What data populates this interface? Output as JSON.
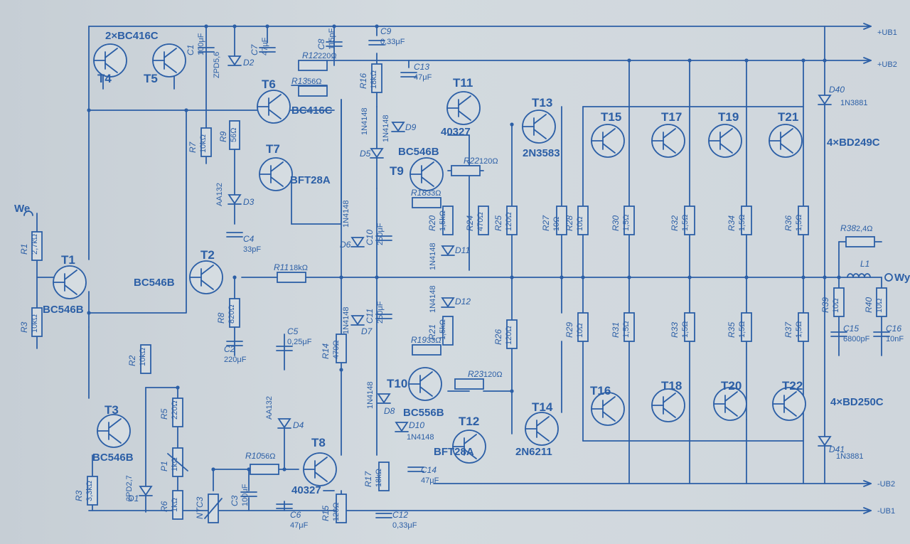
{
  "rails": {
    "ub1_pos": "+UB1",
    "ub2_pos": "+UB2",
    "ub2_neg": "-UB2",
    "ub1_neg": "-UB1"
  },
  "ports": {
    "input": "We",
    "output": "Wy"
  },
  "groups": {
    "diff_pair": "2×BC416C",
    "top_outputs": "4×BD249C",
    "bottom_outputs": "4×BD250C"
  },
  "transistors": [
    {
      "id": "t1",
      "name": "T1",
      "type": "BC546B"
    },
    {
      "id": "t2",
      "name": "T2",
      "type": "BC546B"
    },
    {
      "id": "t3",
      "name": "T3",
      "type": "BC546B"
    },
    {
      "id": "t4",
      "name": "T4",
      "type": ""
    },
    {
      "id": "t5",
      "name": "T5",
      "type": ""
    },
    {
      "id": "t6",
      "name": "T6",
      "type": "BC416C"
    },
    {
      "id": "t7",
      "name": "T7",
      "type": "BFT28A"
    },
    {
      "id": "t8",
      "name": "T8",
      "type": "40327"
    },
    {
      "id": "t9",
      "name": "T9",
      "type": "BC546B"
    },
    {
      "id": "t10",
      "name": "T10",
      "type": "BC556B"
    },
    {
      "id": "t11",
      "name": "T11",
      "type": "40327"
    },
    {
      "id": "t12",
      "name": "T12",
      "type": "BFT28A"
    },
    {
      "id": "t13",
      "name": "T13",
      "type": "2N3583"
    },
    {
      "id": "t14",
      "name": "T14",
      "type": "2N6211"
    },
    {
      "id": "t15",
      "name": "T15",
      "type": ""
    },
    {
      "id": "t16",
      "name": "T16",
      "type": ""
    },
    {
      "id": "t17",
      "name": "T17",
      "type": ""
    },
    {
      "id": "t18",
      "name": "T18",
      "type": ""
    },
    {
      "id": "t19",
      "name": "T19",
      "type": ""
    },
    {
      "id": "t20",
      "name": "T20",
      "type": ""
    },
    {
      "id": "t21",
      "name": "T21",
      "type": ""
    },
    {
      "id": "t22",
      "name": "T22",
      "type": ""
    }
  ],
  "resistors": [
    {
      "id": "r1",
      "name": "R1",
      "value": "2,7kΩ"
    },
    {
      "id": "r2",
      "name": "R2",
      "value": "10kΩ"
    },
    {
      "id": "r3",
      "name": "R3",
      "value": "10kΩ"
    },
    {
      "id": "r3b",
      "name": "R3",
      "value": "3,3kΩ"
    },
    {
      "id": "r5",
      "name": "R5",
      "value": "220Ω"
    },
    {
      "id": "r6",
      "name": "R6",
      "value": "1kΩ"
    },
    {
      "id": "p1",
      "name": "P1",
      "value": "1kΩ"
    },
    {
      "id": "r7",
      "name": "R7",
      "value": "10kΩ"
    },
    {
      "id": "r8",
      "name": "R8",
      "value": "820Ω"
    },
    {
      "id": "r9",
      "name": "R9",
      "value": "56Ω"
    },
    {
      "id": "r10",
      "name": "R10",
      "value": "56Ω"
    },
    {
      "id": "r11",
      "name": "R11",
      "value": "18kΩ"
    },
    {
      "id": "r12",
      "name": "R12",
      "value": "220Ω"
    },
    {
      "id": "r13",
      "name": "R13",
      "value": "56Ω"
    },
    {
      "id": "r14",
      "name": "R14",
      "value": "470Ω"
    },
    {
      "id": "r15",
      "name": "R15",
      "value": "120Ω"
    },
    {
      "id": "r16",
      "name": "R16",
      "value": "18kΩ"
    },
    {
      "id": "r17",
      "name": "R17",
      "value": "18kΩ"
    },
    {
      "id": "r18",
      "name": "R18",
      "value": "33Ω"
    },
    {
      "id": "r19",
      "name": "R19",
      "value": "33Ω"
    },
    {
      "id": "r20",
      "name": "R20",
      "value": "1,5kΩ"
    },
    {
      "id": "r21",
      "name": "R21",
      "value": "1,5kΩ"
    },
    {
      "id": "r22",
      "name": "R22",
      "value": "120Ω"
    },
    {
      "id": "r23",
      "name": "R23",
      "value": "120Ω"
    },
    {
      "id": "r24",
      "name": "R24",
      "value": "470Ω"
    },
    {
      "id": "r25",
      "name": "R25",
      "value": "120Ω"
    },
    {
      "id": "r26",
      "name": "R26",
      "value": "120Ω"
    },
    {
      "id": "r27",
      "name": "R27",
      "value": "10Ω"
    },
    {
      "id": "r28",
      "name": "R28",
      "value": "10Ω"
    },
    {
      "id": "r29",
      "name": "R29",
      "value": "10Ω"
    },
    {
      "id": "r30",
      "name": "R30",
      "value": "1,5Ω"
    },
    {
      "id": "r31",
      "name": "R31",
      "value": "1,5Ω"
    },
    {
      "id": "r32",
      "name": "R32",
      "value": "1,5Ω"
    },
    {
      "id": "r33",
      "name": "R33",
      "value": "1,5Ω"
    },
    {
      "id": "r34",
      "name": "R34",
      "value": "1,5Ω"
    },
    {
      "id": "r35",
      "name": "R35",
      "value": "1,5Ω"
    },
    {
      "id": "r36",
      "name": "R36",
      "value": "1,5Ω"
    },
    {
      "id": "r37",
      "name": "R37",
      "value": "1,5Ω"
    },
    {
      "id": "r38",
      "name": "R38",
      "value": "2,4Ω"
    },
    {
      "id": "r39",
      "name": "R39",
      "value": "10Ω"
    },
    {
      "id": "r40",
      "name": "R40",
      "value": "10Ω"
    },
    {
      "id": "ntc3",
      "name": "NTC3",
      "value": ""
    }
  ],
  "capacitors": [
    {
      "id": "c1",
      "name": "C1",
      "value": "100μF"
    },
    {
      "id": "c2",
      "name": "C2",
      "value": "220μF"
    },
    {
      "id": "c3",
      "name": "C3",
      "value": "100μF"
    },
    {
      "id": "c4",
      "name": "C4",
      "value": "33pF"
    },
    {
      "id": "c5",
      "name": "C5",
      "value": "0,25μF"
    },
    {
      "id": "c6",
      "name": "C6",
      "value": "47μF"
    },
    {
      "id": "c7",
      "name": "C7",
      "value": "47μF"
    },
    {
      "id": "c8",
      "name": "C8",
      "value": "115pF"
    },
    {
      "id": "c9",
      "name": "C9",
      "value": "0,33μF"
    },
    {
      "id": "c10",
      "name": "C10",
      "value": "250μF"
    },
    {
      "id": "c11",
      "name": "C11",
      "value": "250μF"
    },
    {
      "id": "c12",
      "name": "C12",
      "value": "0,33μF"
    },
    {
      "id": "c13",
      "name": "C13",
      "value": "47μF"
    },
    {
      "id": "c14",
      "name": "C14",
      "value": "47μF"
    },
    {
      "id": "c15",
      "name": "C15",
      "value": "6800pF"
    },
    {
      "id": "c16",
      "name": "C16",
      "value": "10nF"
    }
  ],
  "diodes": [
    {
      "id": "d1",
      "name": "D1",
      "value": "2PD2,7"
    },
    {
      "id": "d2",
      "name": "D2",
      "value": "ZPD5,6"
    },
    {
      "id": "d3",
      "name": "D3",
      "value": "AA132"
    },
    {
      "id": "d4",
      "name": "D4",
      "value": "AA132"
    },
    {
      "id": "d5",
      "name": "D5",
      "value": "1N4148"
    },
    {
      "id": "d6",
      "name": "D6",
      "value": "1N4148"
    },
    {
      "id": "d7",
      "name": "D7",
      "value": "1N4148"
    },
    {
      "id": "d8",
      "name": "D8",
      "value": "1N4148"
    },
    {
      "id": "d9",
      "name": "D9",
      "value": "1N4148"
    },
    {
      "id": "d10",
      "name": "D10",
      "value": "1N4148"
    },
    {
      "id": "d11",
      "name": "D11",
      "value": "1N4148"
    },
    {
      "id": "d12",
      "name": "D12",
      "value": "1N4148"
    },
    {
      "id": "d40",
      "name": "D40",
      "value": "1N3881"
    },
    {
      "id": "d41",
      "name": "D41",
      "value": "1N3881"
    }
  ],
  "inductors": [
    {
      "id": "l1",
      "name": "L1",
      "value": ""
    }
  ]
}
